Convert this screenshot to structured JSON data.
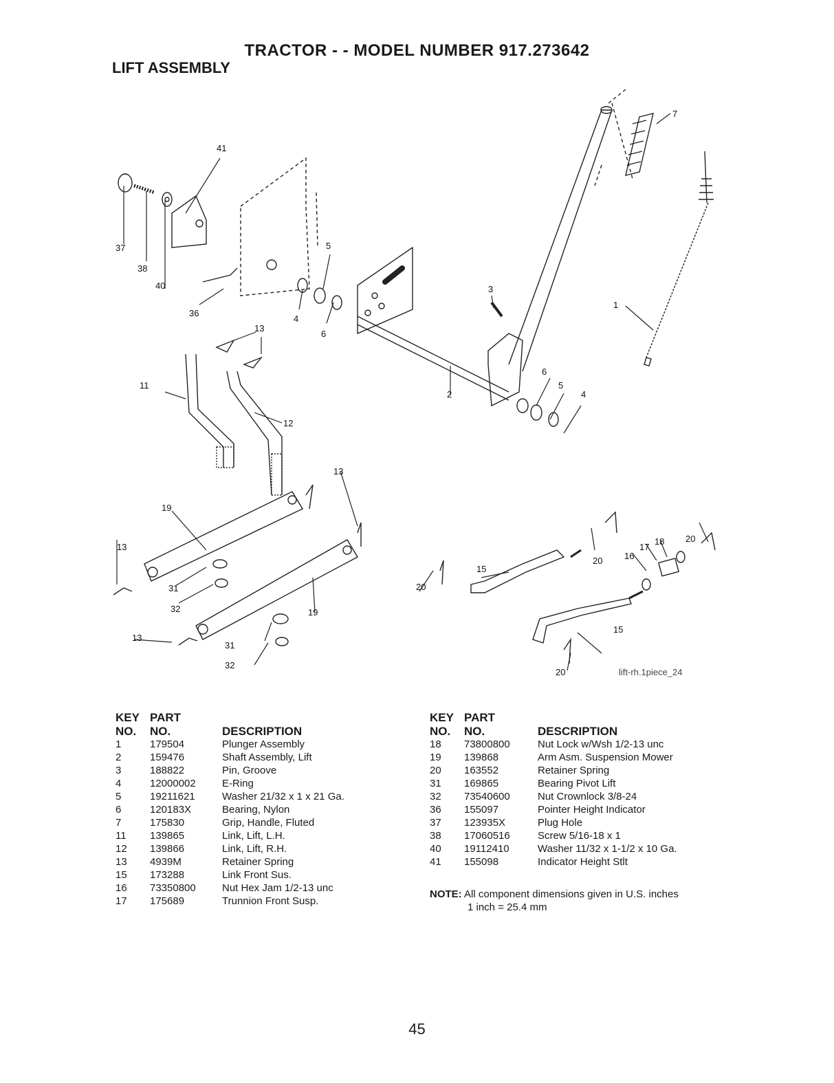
{
  "header": {
    "title": "TRACTOR - - MODEL NUMBER 917.273642",
    "section": "LIFT ASSEMBLY"
  },
  "diagram": {
    "figure_id": "lift-rh.1piece_24",
    "callouts": [
      "1",
      "2",
      "3",
      "4",
      "5",
      "6",
      "7",
      "11",
      "12",
      "13",
      "15",
      "16",
      "17",
      "18",
      "19",
      "20",
      "31",
      "32",
      "36",
      "37",
      "38",
      "40",
      "41"
    ]
  },
  "parts_headers": {
    "key": "KEY",
    "no": "NO.",
    "part": "PART",
    "description": "DESCRIPTION"
  },
  "parts_left": [
    {
      "key": "1",
      "part": "179504",
      "desc": "Plunger Assembly"
    },
    {
      "key": "2",
      "part": "159476",
      "desc": "Shaft Assembly, Lift"
    },
    {
      "key": "3",
      "part": "188822",
      "desc": "Pin, Groove"
    },
    {
      "key": "4",
      "part": "12000002",
      "desc": "E-Ring"
    },
    {
      "key": "5",
      "part": "19211621",
      "desc": "Washer 21/32 x 1 x 21 Ga."
    },
    {
      "key": "6",
      "part": "120183X",
      "desc": "Bearing, Nylon"
    },
    {
      "key": "7",
      "part": "175830",
      "desc": "Grip, Handle, Fluted"
    },
    {
      "key": "11",
      "part": "139865",
      "desc": "Link, Lift, L.H."
    },
    {
      "key": "12",
      "part": "139866",
      "desc": "Link, Lift, R.H."
    },
    {
      "key": "13",
      "part": "4939M",
      "desc": "Retainer Spring"
    },
    {
      "key": "15",
      "part": "173288",
      "desc": "Link Front Sus."
    },
    {
      "key": "16",
      "part": "73350800",
      "desc": "Nut Hex Jam 1/2-13 unc"
    },
    {
      "key": "17",
      "part": "175689",
      "desc": "Trunnion Front Susp."
    }
  ],
  "parts_right": [
    {
      "key": "18",
      "part": "73800800",
      "desc": "Nut Lock w/Wsh 1/2-13 unc"
    },
    {
      "key": "19",
      "part": "139868",
      "desc": "Arm Asm. Suspension Mower"
    },
    {
      "key": "20",
      "part": "163552",
      "desc": "Retainer Spring"
    },
    {
      "key": "31",
      "part": "169865",
      "desc": "Bearing Pivot Lift"
    },
    {
      "key": "32",
      "part": "73540600",
      "desc": "Nut Crownlock 3/8-24"
    },
    {
      "key": "36",
      "part": "155097",
      "desc": "Pointer Height Indicator"
    },
    {
      "key": "37",
      "part": "123935X",
      "desc": "Plug Hole"
    },
    {
      "key": "38",
      "part": "17060516",
      "desc": "Screw 5/16-18 x 1"
    },
    {
      "key": "40",
      "part": "19112410",
      "desc": "Washer 11/32 x 1-1/2 x 10 Ga."
    },
    {
      "key": "41",
      "part": "155098",
      "desc": "Indicator Height Stlt"
    }
  ],
  "note": {
    "label": "NOTE:",
    "line1": "All component dimensions given in U.S. inches",
    "line2": "1 inch = 25.4 mm"
  },
  "page_number": "45"
}
